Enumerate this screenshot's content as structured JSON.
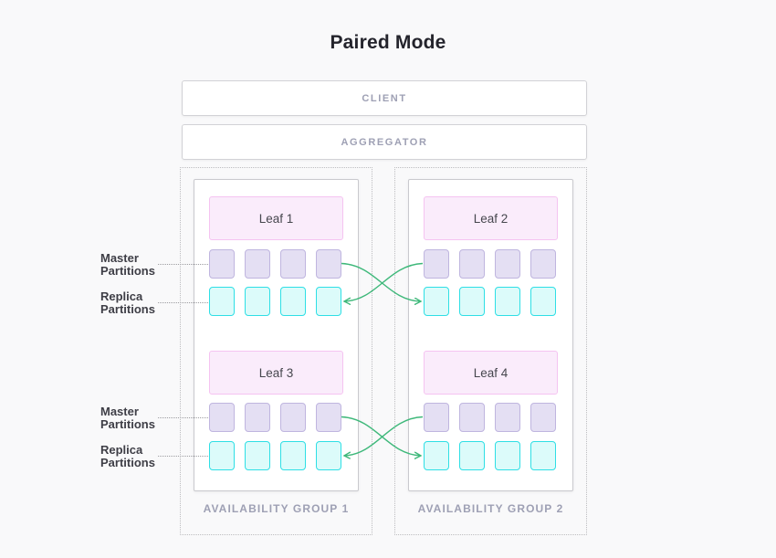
{
  "title": "Paired Mode",
  "client": {
    "label": "CLIENT"
  },
  "aggregator": {
    "label": "AGGREGATOR"
  },
  "groups": [
    {
      "label": "AVAILABILITY GROUP 1",
      "leaves": [
        {
          "name": "Leaf 1"
        },
        {
          "name": "Leaf 3"
        }
      ]
    },
    {
      "label": "AVAILABILITY GROUP 2",
      "leaves": [
        {
          "name": "Leaf 2"
        },
        {
          "name": "Leaf 4"
        }
      ]
    }
  ],
  "side_labels": {
    "master": [
      "Master",
      "Partitions"
    ],
    "replica": [
      "Replica",
      "Partitions"
    ]
  },
  "partitions": {
    "per_row": 4
  },
  "colors": {
    "background": "#f9f9fa",
    "title_text": "#24242c",
    "box_border": "#d2d2d6",
    "muted_text": "#9ea0b4",
    "group_border_dotted": "#bdbdc0",
    "leaf_fill": "#faecfb",
    "leaf_border": "#f5c3f1",
    "master_fill": "#e4dff3",
    "master_border": "#bfb5df",
    "replica_fill": "#dcfbfa",
    "replica_border": "#2edfe5",
    "arrow_green": "#3eb87a",
    "label_text": "#3e3e46"
  }
}
